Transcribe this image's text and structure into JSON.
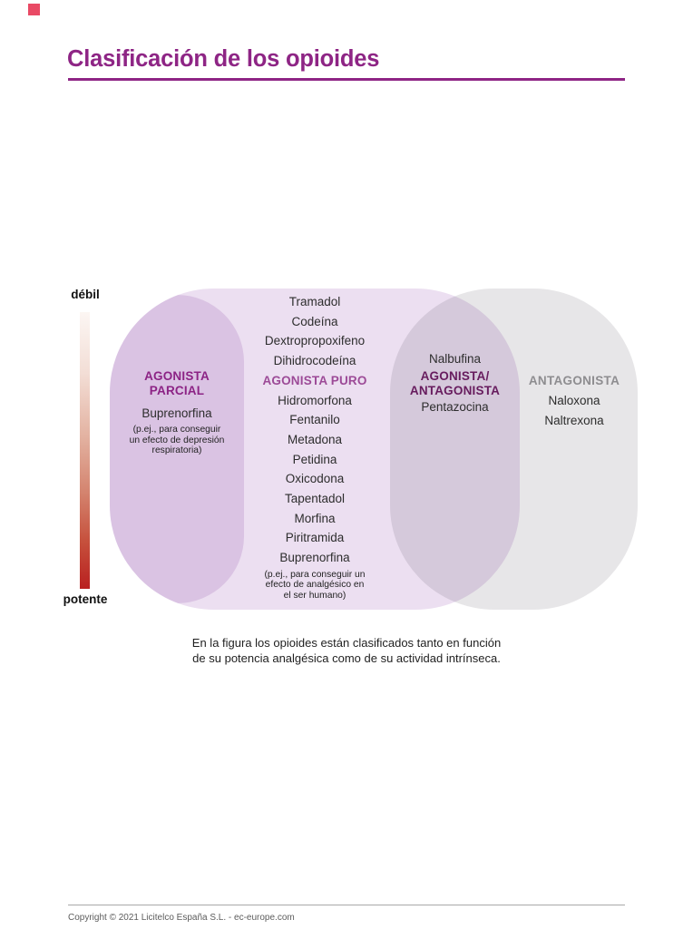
{
  "header": {
    "title": "Clasificación de los opioides"
  },
  "axis": {
    "weak": "débil",
    "potent": "potente"
  },
  "diagram": {
    "agonista_parcial": {
      "heading": [
        "AGONISTA",
        "PARCIAL"
      ],
      "drug": "Buprenorfina",
      "note": [
        "(p.ej., para conseguir",
        "un efecto de depresión",
        "respiratoria)"
      ]
    },
    "agonista_puro": {
      "heading": "AGONISTA PURO",
      "drugs_above": [
        "Tramadol",
        "Codeína",
        "Dextropropoxifeno",
        "Dihidrocodeína"
      ],
      "drugs_below": [
        "Hidromorfona",
        "Fentanilo",
        "Metadona",
        "Petidina",
        "Oxicodona",
        "Tapentadol",
        "Morfina",
        "Piritramida",
        "Buprenorfina"
      ],
      "note": [
        "(p.ej., para conseguir un",
        "efecto de analgésico en",
        "el ser humano)"
      ]
    },
    "agonista_antagonista": {
      "drug_above": "Nalbufina",
      "heading": [
        "AGONISTA/",
        "ANTAGONISTA"
      ],
      "drug_below": "Pentazocina"
    },
    "antagonista": {
      "heading": "ANTAGONISTA",
      "drugs": [
        "Naloxona",
        "Naltrexona"
      ]
    }
  },
  "caption": {
    "line1": "En la figura los opioides están clasificados tanto en función",
    "line2": "de su potencia analgésica como de su actividad intrínseca."
  },
  "footer": {
    "copyright": "Copyright © 2021 Licitelco España S.L. - ec-europe.com"
  },
  "colors": {
    "title": "#8e2585",
    "agonista_parcial_heading": "#8c2385",
    "agonista_puro_heading": "#9c4a97",
    "agonista_antagonista_heading": "#671c5e",
    "antagonista_heading": "#8e8d90",
    "capsule_purple": "#ecdff1",
    "capsule_gray": "#e7e6e8",
    "gradient_top": "#fcf6f3",
    "gradient_bottom": "#b92020",
    "corner_marker": "#e94a65"
  }
}
